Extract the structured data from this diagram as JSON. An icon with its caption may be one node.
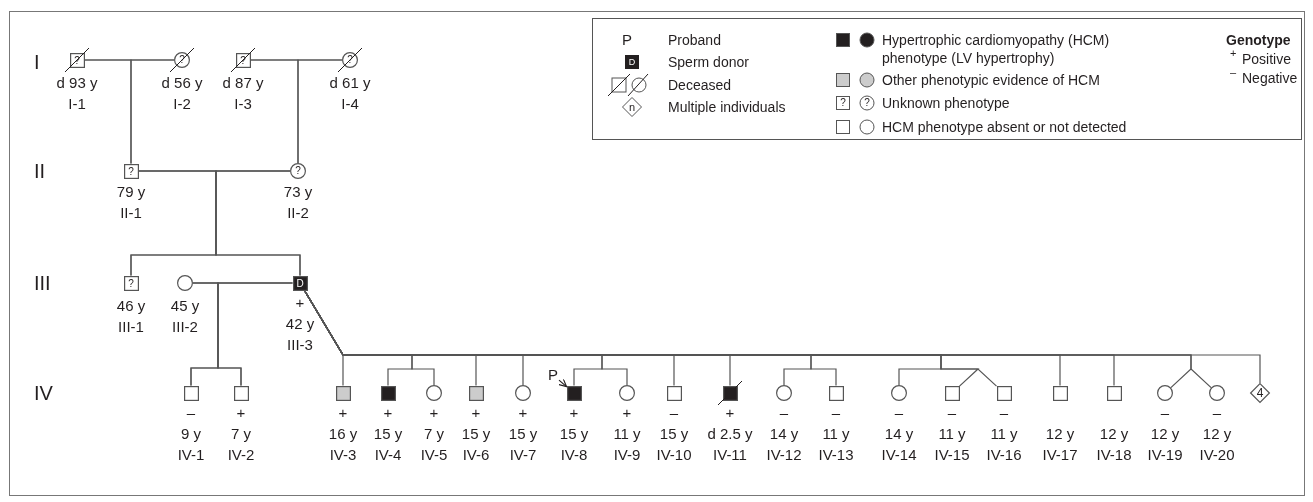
{
  "diagram": {
    "nodes": [
      {
        "text": [
          "?"
        ],
        "beside": [
          "d 93 y",
          "I-1"
        ]
      },
      {
        "text": [
          "?"
        ],
        "beside": [
          "d 56 y",
          "I-2"
        ]
      },
      {
        "text": [
          "?"
        ],
        "beside": [
          "d 87 y",
          "I-3"
        ]
      },
      {
        "text": [
          "?"
        ],
        "beside": [
          "d 61 y",
          "I-4"
        ]
      },
      {
        "text": [
          "?"
        ],
        "beside": [
          "79 y",
          "II-1"
        ]
      },
      {
        "text": [
          "?"
        ],
        "beside": [
          "73 y",
          "II-2"
        ]
      },
      {
        "text": [
          "?"
        ],
        "beside": [
          "46 y",
          "III-1"
        ]
      },
      {
        "text": [],
        "shape": "circle",
        "beside": [
          "45 y",
          "III-2"
        ]
      },
      {
        "text": [
          "D"
        ],
        "beside": [
          "+",
          "42 y",
          "III-3"
        ]
      },
      {
        "text": [],
        "shape": "box",
        "beside": [
          "–",
          "9 y",
          "IV-1"
        ]
      },
      {
        "text": [],
        "shape": "box",
        "beside": [
          "+",
          "7 y",
          "IV-2"
        ]
      },
      {
        "text": [],
        "shape": "box",
        "beside": [
          "+",
          "16 y",
          "IV-3"
        ]
      },
      {
        "text": [],
        "shape": "box",
        "beside": [
          "+",
          "15 y",
          "IV-4"
        ]
      },
      {
        "text": [],
        "shape": "circle",
        "beside": [
          "+",
          "7 y",
          "IV-5"
        ]
      },
      {
        "text": [],
        "shape": "box",
        "beside": [
          "+",
          "15 y",
          "IV-6"
        ]
      },
      {
        "text": [],
        "shape": "circle",
        "beside": [
          "+",
          "15 y",
          "IV-7"
        ]
      },
      {
        "text": [
          "P"
        ]
      },
      {
        "text": [],
        "shape": "box",
        "beside": [
          "+",
          "15 y",
          "IV-8"
        ]
      },
      {
        "text": [],
        "shape": "circle",
        "beside": [
          "+",
          "11 y",
          "IV-9"
        ]
      },
      {
        "text": [],
        "shape": "box",
        "beside": [
          "–",
          "15 y",
          "IV-10"
        ]
      },
      {
        "text": [],
        "shape": "box",
        "beside": [
          "+",
          "d 2.5 y",
          "IV-11"
        ]
      },
      {
        "text": [],
        "shape": "circle",
        "beside": [
          "–",
          "14 y",
          "IV-12"
        ]
      },
      {
        "text": [],
        "shape": "box",
        "beside": [
          "–",
          "11 y",
          "IV-13"
        ]
      },
      {
        "text": [],
        "shape": "circle",
        "beside": [
          "–",
          "14 y",
          "IV-14"
        ]
      },
      {
        "text": [],
        "shape": "box",
        "beside": [
          "–",
          "11 y",
          "IV-15"
        ]
      },
      {
        "text": [],
        "shape": "box",
        "beside": [
          "–",
          "11 y",
          "IV-16"
        ]
      },
      {
        "text": [],
        "shape": "box",
        "beside": [
          "12 y",
          "IV-17"
        ]
      },
      {
        "text": [],
        "shape": "box",
        "beside": [
          "12 y",
          "IV-18"
        ]
      },
      {
        "text": [],
        "shape": "circle",
        "beside": [
          "–",
          "12 y",
          "IV-19"
        ]
      },
      {
        "text": [],
        "shape": "circle",
        "beside": [
          "–",
          "12 y",
          "IV-20"
        ]
      },
      {
        "text": [
          "4"
        ]
      }
    ],
    "edges": [
      {
        "from": 0,
        "to": 1,
        "arrow": "none"
      },
      {
        "from": 0,
        "to": 4,
        "arrow": "none"
      },
      {
        "from": 1,
        "to": 4,
        "arrow": "none"
      },
      {
        "from": 2,
        "to": 3,
        "arrow": "none"
      },
      {
        "from": 2,
        "to": 5,
        "arrow": "none"
      },
      {
        "from": 3,
        "to": 5,
        "arrow": "none"
      },
      {
        "from": 4,
        "to": 5,
        "arrow": "none"
      },
      {
        "from": 4,
        "to": 6,
        "arrow": "none"
      },
      {
        "from": 5,
        "to": 6,
        "arrow": "none"
      },
      {
        "from": 4,
        "to": 8,
        "arrow": "none"
      },
      {
        "from": 5,
        "to": 8,
        "arrow": "none"
      },
      {
        "from": 7,
        "to": 8,
        "arrow": "none"
      },
      {
        "from": 7,
        "to": 9,
        "arrow": "none"
      },
      {
        "from": 8,
        "to": 9,
        "arrow": "none"
      },
      {
        "from": 7,
        "to": 10,
        "arrow": "none"
      },
      {
        "from": 8,
        "to": 10,
        "arrow": "none"
      },
      {
        "from": 8,
        "to": 11,
        "arrow": "none"
      },
      {
        "from": 8,
        "to": 12,
        "arrow": "none"
      },
      {
        "from": 8,
        "to": 13,
        "arrow": "none"
      },
      {
        "from": 8,
        "to": 14,
        "arrow": "none"
      },
      {
        "from": 8,
        "to": 15,
        "arrow": "none"
      },
      {
        "from": 8,
        "to": 17,
        "arrow": "none"
      },
      {
        "from": 8,
        "to": 18,
        "arrow": "none"
      },
      {
        "from": 8,
        "to": 19,
        "arrow": "none"
      },
      {
        "from": 8,
        "to": 20,
        "arrow": "none"
      },
      {
        "from": 8,
        "to": 21,
        "arrow": "none"
      },
      {
        "from": 8,
        "to": 22,
        "arrow": "none"
      },
      {
        "from": 8,
        "to": 23,
        "arrow": "none"
      },
      {
        "from": 8,
        "to": 24,
        "arrow": "none"
      },
      {
        "from": 8,
        "to": 25,
        "arrow": "none"
      },
      {
        "from": 8,
        "to": 26,
        "arrow": "none"
      },
      {
        "from": 8,
        "to": 27,
        "arrow": "none"
      },
      {
        "from": 8,
        "to": 28,
        "arrow": "none"
      },
      {
        "from": 8,
        "to": 29,
        "arrow": "none"
      },
      {
        "from": 8,
        "to": 30,
        "arrow": "none"
      },
      {
        "from": 16,
        "to": 17,
        "arrow": "to"
      }
    ],
    "labels": [
      "I",
      "II",
      "III",
      "IV",
      "P",
      "D",
      "n",
      "?",
      "?",
      "Genotype",
      "+",
      "–"
    ],
    "legend": [
      {
        "text": "Proband"
      },
      {
        "text": "Sperm donor"
      },
      {
        "text": "Deceased"
      },
      {
        "text": "Multiple individuals"
      },
      {
        "text": "Hypertrophic cardiomyopathy (HCM) phenotype (LV hypertrophy)",
        "color": "#231f20"
      },
      {
        "text": "Other phenotypic evidence of HCM",
        "color": "#cccccc"
      },
      {
        "text": "Unknown phenotype"
      },
      {
        "text": "HCM phenotype absent or not detected"
      },
      {
        "text": "Positive"
      },
      {
        "text": "Negative"
      }
    ]
  }
}
